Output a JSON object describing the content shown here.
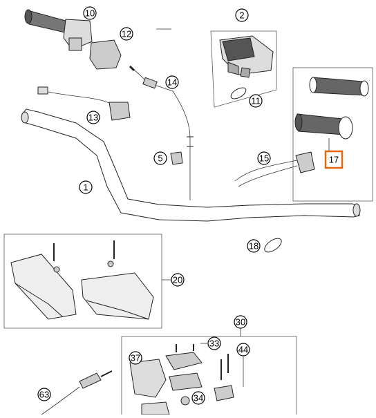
{
  "diagram": {
    "callouts": [
      "10",
      "12",
      "2",
      "14",
      "11",
      "13",
      "5",
      "15",
      "17",
      "1",
      "18",
      "20",
      "30",
      "33",
      "44",
      "37",
      "63",
      "34"
    ],
    "highlight_callout": "17",
    "highlight_color": "#E8650F"
  }
}
